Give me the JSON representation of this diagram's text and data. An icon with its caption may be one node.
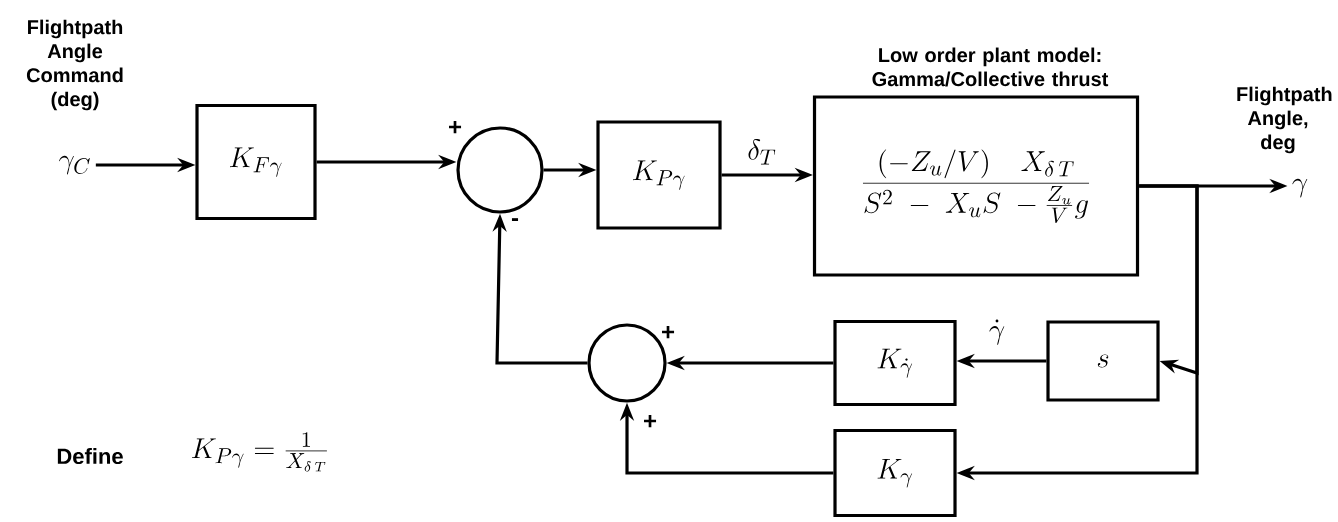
{
  "diagram": {
    "nodes": [
      {
        "text": [
          "Flightpath Angle Command (deg)",
          "\\gamma_C"
        ]
      },
      {
        "text": [
          "K_{F\\gamma}"
        ]
      },
      {
        "text": [],
        "shape": "circle"
      },
      {
        "text": [
          "K_{P\\gamma}"
        ]
      },
      {
        "text": [
          "Low order plant model: Gamma/Collective thrust",
          "\\frac{(-Z_u/V)\\quad X_{\\delta\\,T}}{S^2\\;-\\;X_u S\\;-\\frac{Z_u}{V}g}"
        ]
      },
      {
        "text": [
          "Flightpath Angle, deg",
          "\\gamma"
        ]
      },
      {
        "text": [
          "s"
        ]
      },
      {
        "text": [
          "K_{\\dot\\gamma}"
        ]
      },
      {
        "text": [],
        "shape": "circle"
      },
      {
        "text": [
          "K_{\\gamma}"
        ]
      }
    ],
    "edges": [
      {
        "from": 0,
        "to": 1,
        "arrow": "to"
      },
      {
        "from": 1,
        "to": 2,
        "arrow": "to"
      },
      {
        "from": 2,
        "to": 3,
        "arrow": "to"
      },
      {
        "from": 3,
        "to": 4,
        "arrow": "to",
        "label": "\\delta_T"
      },
      {
        "from": 4,
        "to": 5,
        "arrow": "to"
      },
      {
        "from": 4,
        "to": 6,
        "arrow": "to"
      },
      {
        "from": 4,
        "to": 9,
        "arrow": "to"
      },
      {
        "from": 6,
        "to": 7,
        "arrow": "to",
        "label": "\\dot\\gamma"
      },
      {
        "from": 7,
        "to": 8,
        "arrow": "to"
      },
      {
        "from": 9,
        "to": 8,
        "arrow": "to"
      },
      {
        "from": 8,
        "to": 2,
        "arrow": "to"
      }
    ],
    "labels": [
      "+",
      "-",
      "+",
      "+",
      "Define",
      "K_{P\\gamma} = \\frac{1}{X_{\\delta\\,T}}"
    ]
  }
}
